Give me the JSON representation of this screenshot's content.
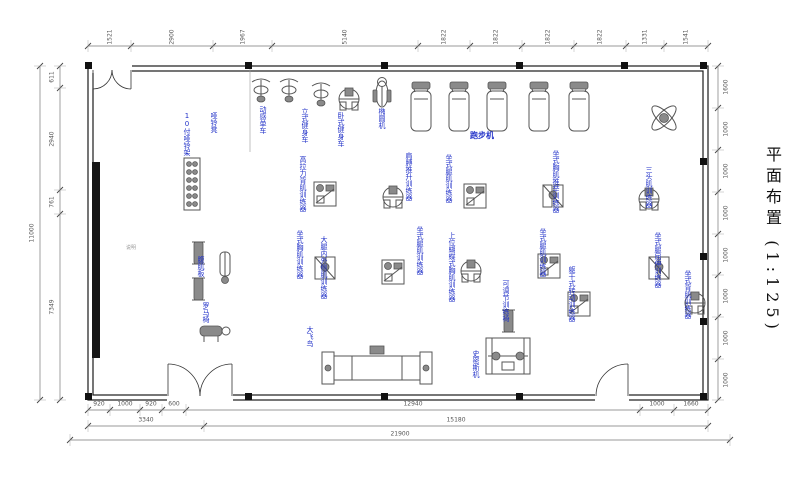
{
  "title": "平面布置 (1:125)",
  "notes": "说明",
  "equipment": [
    {
      "label": "10付哑铃架"
    },
    {
      "label": "哑铃凳"
    },
    {
      "label": "动感单车"
    },
    {
      "label": "立式健身车"
    },
    {
      "label": "卧式健身车"
    },
    {
      "label": "椭圆机"
    },
    {
      "label": "跑步机"
    },
    {
      "label": "高拉力背肌训练器"
    },
    {
      "label": "肩膊推升训练器"
    },
    {
      "label": "坐式腿肌训练器"
    },
    {
      "label": "坐式胸肌推举训练器"
    },
    {
      "label": "三头肌训练器"
    },
    {
      "label": "坐式胸肌训练器"
    },
    {
      "label": "大腿内外侧肌训练器"
    },
    {
      "label": "坐式腿肌训练器"
    },
    {
      "label": "上位蝴蝶式胸肌训练器"
    },
    {
      "label": "坐式腿肌训练器"
    },
    {
      "label": "坐式腿屈伸训练器"
    },
    {
      "label": "躯干式转动训练器"
    },
    {
      "label": "可调节训练椅"
    },
    {
      "label": "坐式背肌训练器"
    },
    {
      "label": "腹肌板"
    },
    {
      "label": "罗马椅"
    },
    {
      "label": "大飞鸟"
    },
    {
      "label": "史密斯机"
    }
  ],
  "dims": {
    "top": [
      "1521",
      "2900",
      "1967",
      "5140",
      "1822",
      "1822",
      "1822",
      "1822",
      "1331",
      "1541"
    ],
    "left_inner": [
      "611",
      "2940",
      "761",
      "7349"
    ],
    "left_overall": [
      "11000"
    ],
    "right": [
      "1600",
      "1000",
      "1000",
      "1000",
      "1000",
      "1000",
      "1000",
      "1000"
    ],
    "bottom_row1": [
      "920",
      "1000",
      "920",
      "600",
      "12940",
      "1000",
      "1660"
    ],
    "bottom_row2": [
      "3340",
      "15180"
    ],
    "bottom_row3": [
      "21900"
    ]
  }
}
